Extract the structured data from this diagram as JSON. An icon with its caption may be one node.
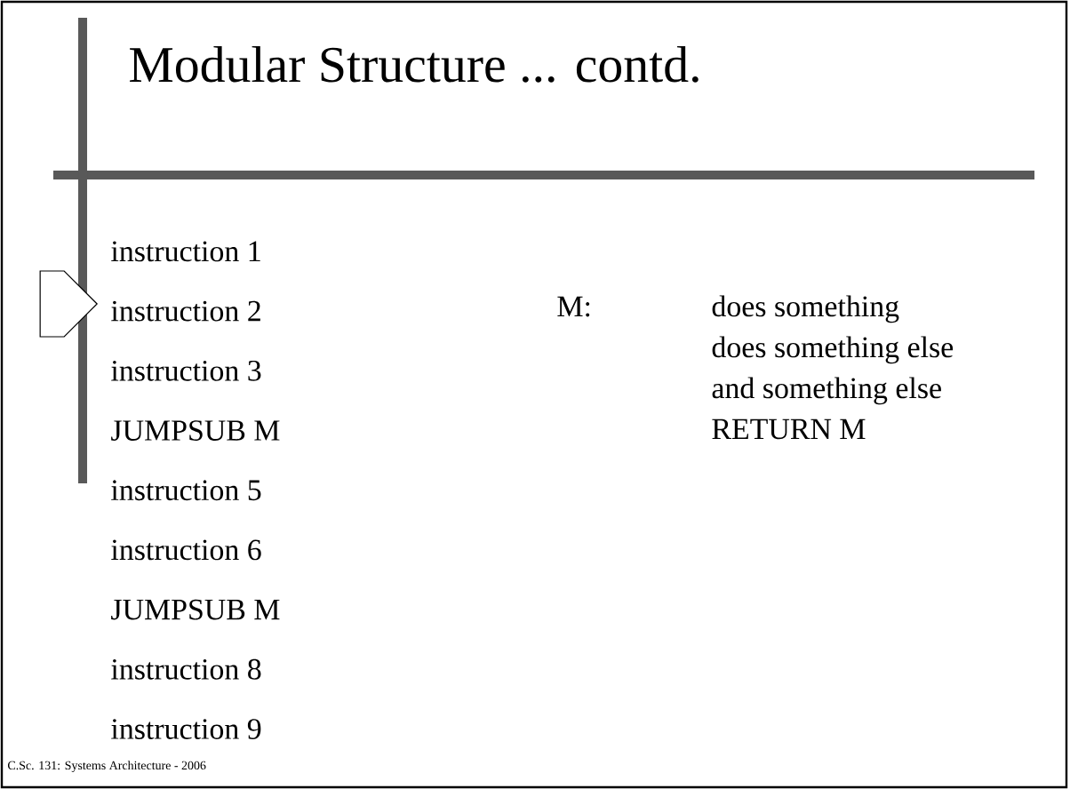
{
  "diagram": {
    "title": "Modular Structure ... contd.",
    "caption": "C.Sc. 131: Systems Architecture - 2006",
    "labels": [
      "instruction 1",
      "instruction 2",
      "instruction 3",
      "JUMPSUB M",
      "instruction 5",
      "instruction 6",
      "JUMPSUB M",
      "instruction 8",
      "instruction 9",
      "M:",
      "does something",
      "does something else",
      "and something else",
      "RETURN M"
    ]
  }
}
